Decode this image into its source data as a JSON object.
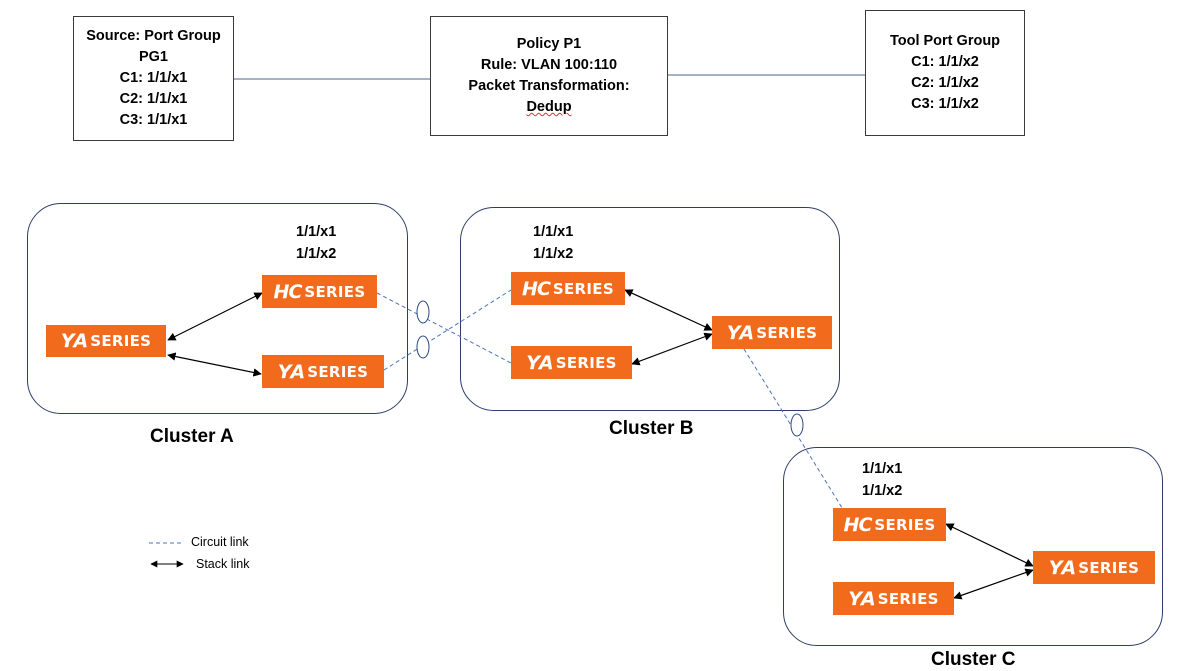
{
  "source_box": {
    "line1": "Source: Port Group",
    "line2": "PG1",
    "line3": "C1: 1/1/x1",
    "line4": "C2: 1/1/x1",
    "line5": "C3: 1/1/x1"
  },
  "policy_box": {
    "line1": "Policy P1",
    "line2": "Rule: VLAN 100:110",
    "line3": "Packet Transformation:",
    "line4": "Dedup"
  },
  "tool_box": {
    "line1": "Tool Port Group",
    "line2": "C1: 1/1/x2",
    "line3": "C2: 1/1/x2",
    "line4": "C3: 1/1/x2"
  },
  "clusters": {
    "a": {
      "label": "Cluster A",
      "port1": "1/1/x1",
      "port2": "1/1/x2"
    },
    "b": {
      "label": "Cluster B",
      "port1": "1/1/x1",
      "port2": "1/1/x2"
    },
    "c": {
      "label": "Cluster C",
      "port1": "1/1/x1",
      "port2": "1/1/x2"
    }
  },
  "devices": {
    "ta_logo": "ΥΑ",
    "hc_logo": "ΗC",
    "series": "SERIES"
  },
  "legend": {
    "circuit": "Circuit link",
    "stack": "Stack link"
  },
  "colors": {
    "device": "#f26b1d",
    "circuit_link": "#4a74b8",
    "stack_link": "#000000",
    "cluster_border": "#2c3e6b"
  }
}
